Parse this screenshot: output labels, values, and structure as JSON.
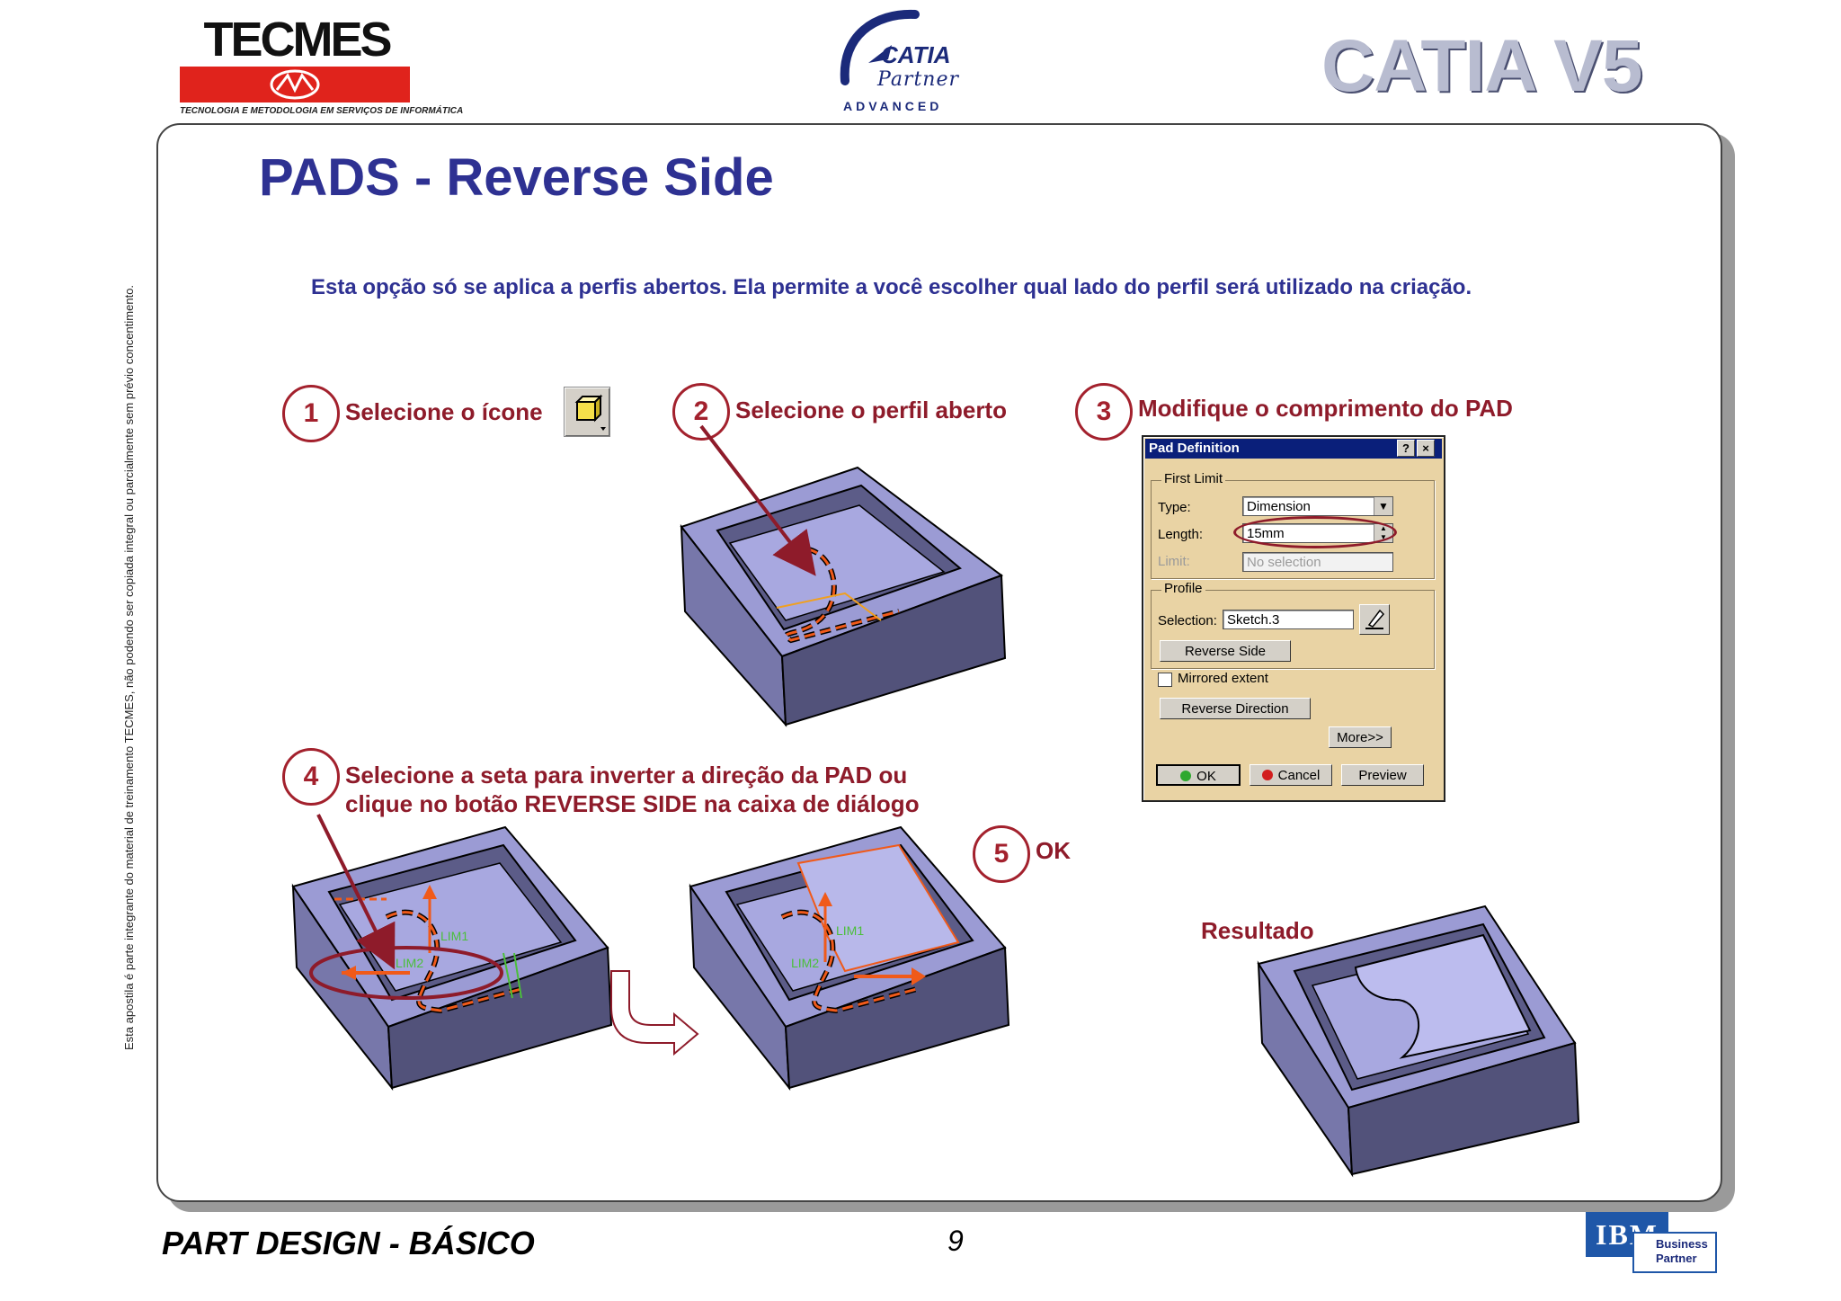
{
  "header": {
    "tecmes_name": "TECMES",
    "tecmes_tagline": "TECNOLOGIA E METODOLOGIA EM SERVIÇOS DE INFORMÁTICA",
    "catia_partner": {
      "name": "CATIA",
      "partner": "Partner",
      "level": "ADVANCED"
    },
    "catia_v5": "CATIA V5"
  },
  "side_note": "Esta apostila é parte integrante do material de treinamento TECMES, não podendo ser copiada integral ou parcialmente sem prévio concentimento.",
  "slide": {
    "title": "PADS - Reverse Side",
    "intro": "Esta opção só se aplica a perfis abertos. Ela permite a você escolher qual lado do perfil será utilizado na criação.",
    "steps": [
      {
        "number": "1",
        "text": "Selecione o ícone"
      },
      {
        "number": "2",
        "text": "Selecione o perfil aberto"
      },
      {
        "number": "3",
        "text": "Modifique o comprimento do PAD"
      },
      {
        "number": "4",
        "text_line1": "Selecione a seta para inverter a direção da PAD ou",
        "text_line2": "clique no botão REVERSE SIDE na caixa de diálogo"
      },
      {
        "number": "5",
        "text": "OK"
      }
    ],
    "result_label": "Resultado",
    "model_labels": {
      "lim1": "LIM1",
      "lim2": "LIM2"
    }
  },
  "dialog": {
    "title": "Pad Definition",
    "help_btn": "?",
    "close_btn": "×",
    "first_limit_legend": "First Limit",
    "type_label": "Type:",
    "type_value": "Dimension",
    "length_label": "Length:",
    "length_value": "15mm",
    "limit_label": "Limit:",
    "limit_value": "No selection",
    "profile_legend": "Profile",
    "selection_label": "Selection:",
    "selection_value": "Sketch.3",
    "reverse_side_btn": "Reverse Side",
    "mirrored_label": "Mirrored extent",
    "mirrored_checked": false,
    "reverse_direction_btn": "Reverse Direction",
    "more_btn": "More>>",
    "ok_btn": "OK",
    "cancel_btn": "Cancel",
    "preview_btn": "Preview"
  },
  "footer": {
    "course": "PART DESIGN - BÁSICO",
    "page": "9",
    "ibm": "IBM",
    "ibm_business": "Business",
    "ibm_partner": "Partner"
  },
  "colors": {
    "title_blue": "#2e3192",
    "step_red": "#8e1b2a",
    "box_face": "#8f8fc9",
    "box_dark": "#4f4f78",
    "profile_orange": "#f05a1a"
  }
}
